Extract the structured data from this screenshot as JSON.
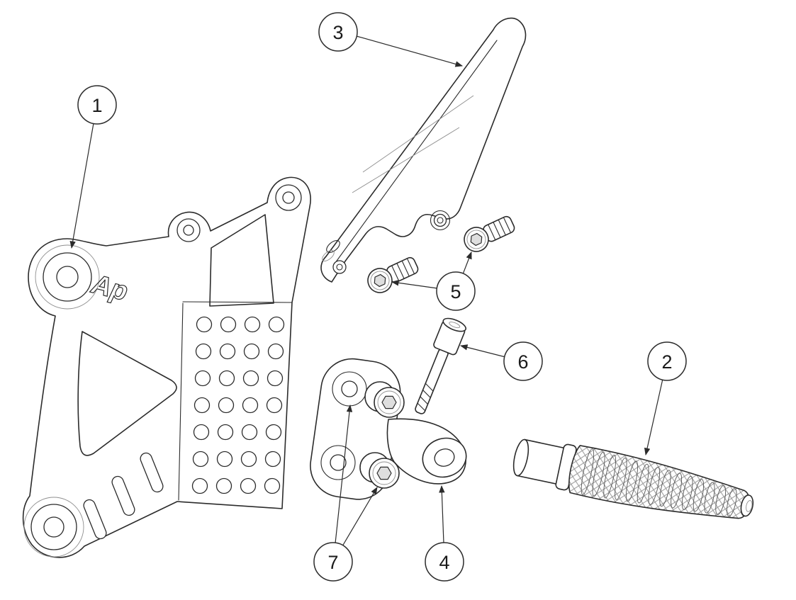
{
  "diagram": {
    "background_color": "#ffffff",
    "line_color": "#2b2b2b",
    "logo_text": "Ap",
    "callouts": [
      {
        "label": "1"
      },
      {
        "label": "2"
      },
      {
        "label": "3"
      },
      {
        "label": "4"
      },
      {
        "label": "5"
      },
      {
        "label": "6"
      },
      {
        "label": "7"
      }
    ]
  }
}
